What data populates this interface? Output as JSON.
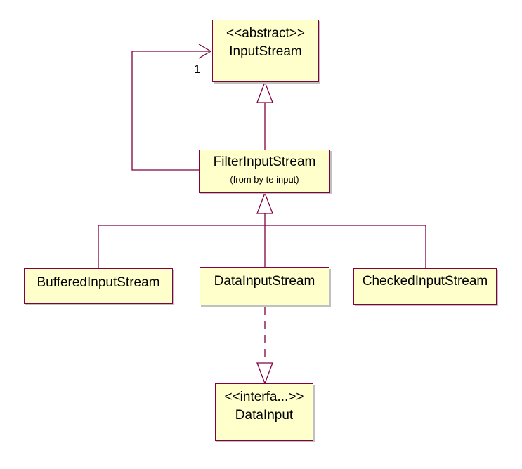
{
  "classes": {
    "input_stream": {
      "stereotype": "<<abstract>>",
      "name": "InputStream"
    },
    "filter_input_stream": {
      "name": "FilterInputStream",
      "package": "(from by te input)"
    },
    "buffered_input_stream": {
      "name": "BufferedInputStream"
    },
    "data_input_stream": {
      "name": "DataInputStream"
    },
    "checked_input_stream": {
      "name": "CheckedInputStream"
    },
    "data_input": {
      "stereotype": "<<interfa...>>",
      "name": "DataInput"
    }
  },
  "association": {
    "multiplicity": "1"
  },
  "colors": {
    "box_fill": "#ffffcc",
    "line": "#800040"
  }
}
